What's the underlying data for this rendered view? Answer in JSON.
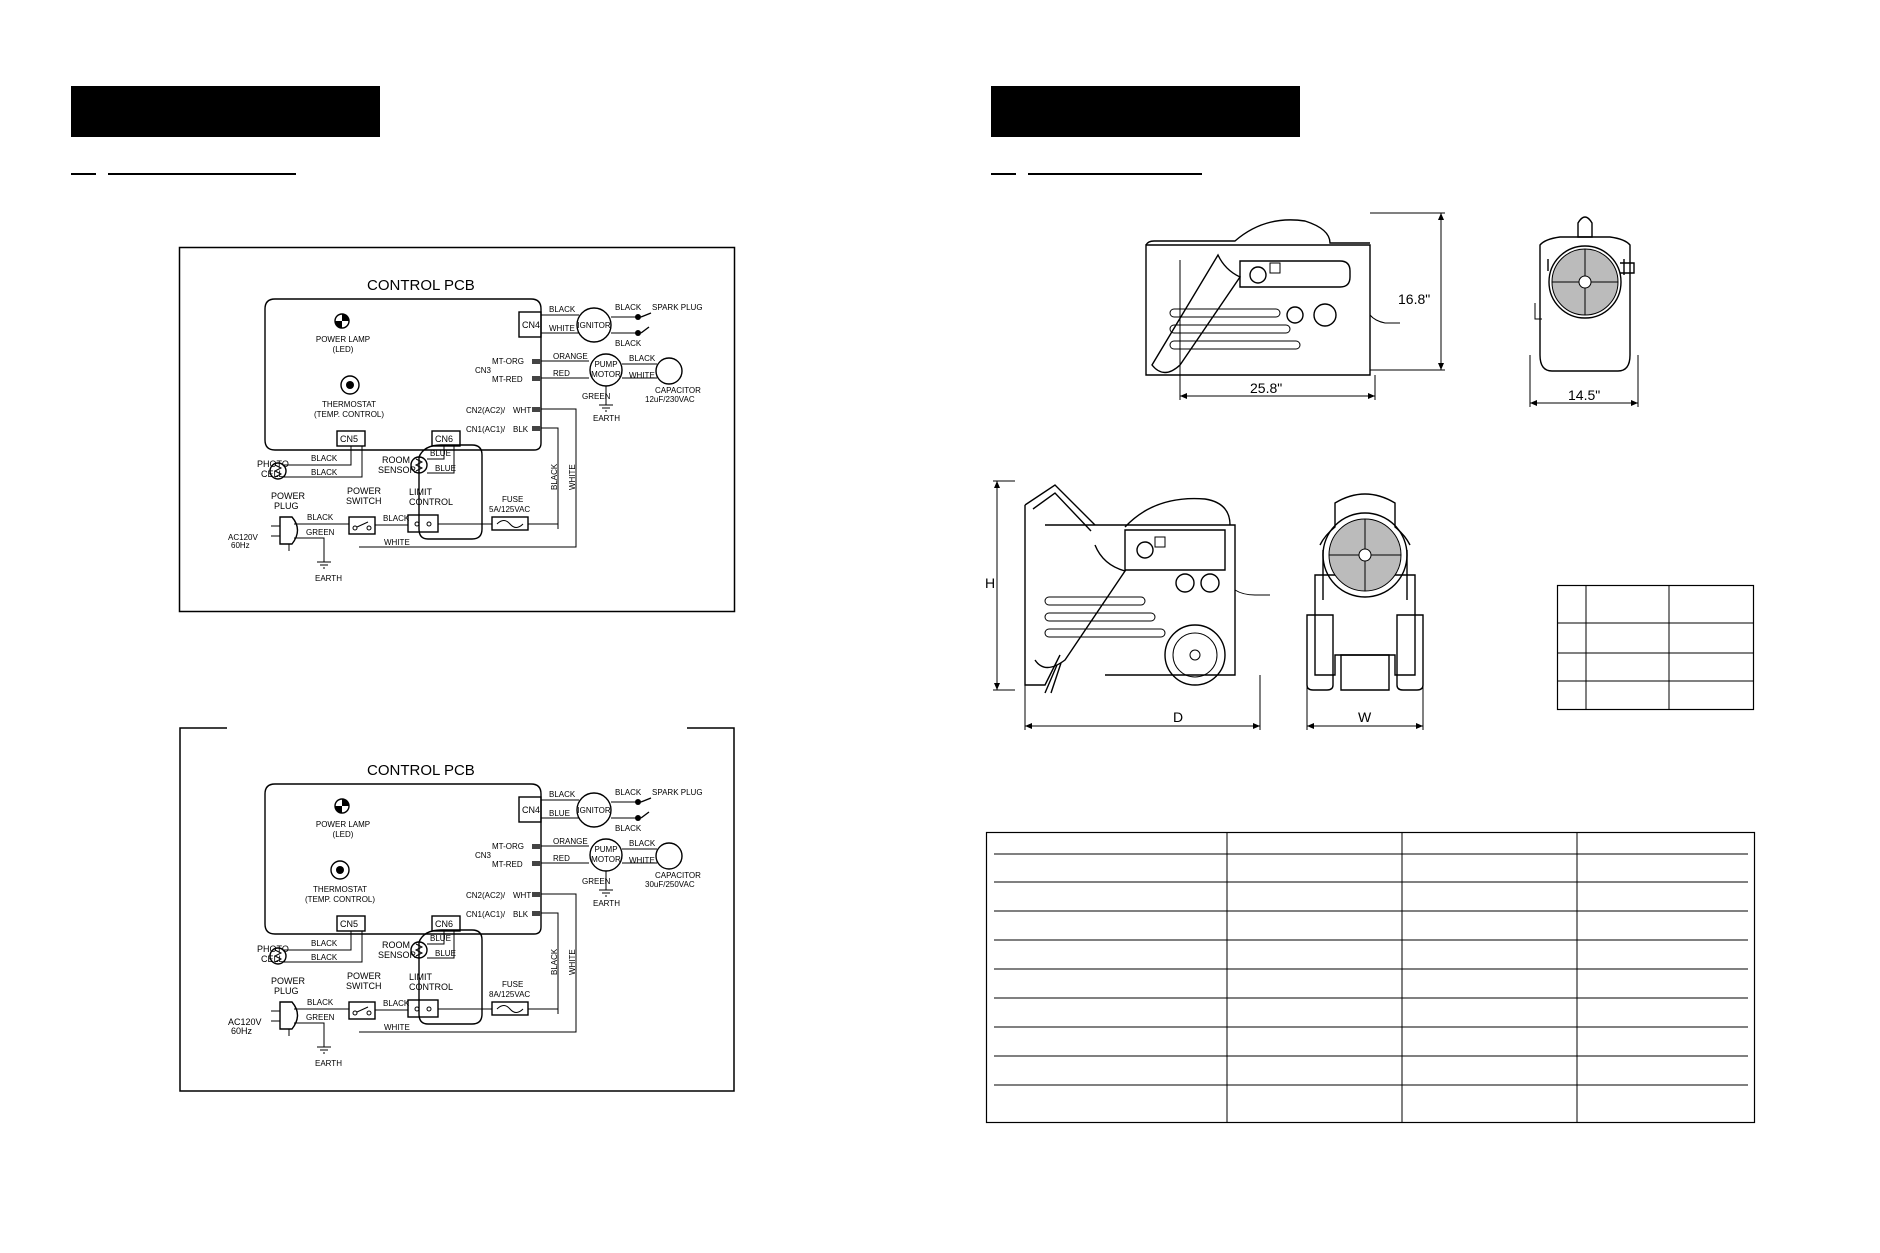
{
  "wiring_1": {
    "title": "CONTROL PCB",
    "power_lamp": [
      "POWER LAMP",
      "(LED)"
    ],
    "thermostat": [
      "THERMOSTAT",
      "(TEMP. CONTROL)"
    ],
    "cn4": "CN4",
    "cn5": "CN5",
    "cn6": "CN6",
    "cn3": "CN3",
    "ign_black_in": "BLACK",
    "ign_white_in": "WHITE",
    "ignitor": "IGNITOR",
    "ign_black_out1": "BLACK",
    "spark_plug": "SPARK PLUG",
    "ign_black_out2": "BLACK",
    "mt_org": "MT-ORG",
    "mt_red": "MT-RED",
    "orange": "ORANGE",
    "red": "RED",
    "pump_motor": [
      "PUMP",
      "MOTOR"
    ],
    "cap_black": "BLACK",
    "cap_white": "WHITE",
    "capacitor": [
      "CAPACITOR",
      "12uF/230VAC"
    ],
    "green_pump": "GREEN",
    "earth_pump": "EARTH",
    "cn2": "CN2(AC2)/",
    "wht": "WHT",
    "cn1": "CN1(AC1)/",
    "blk": "BLK",
    "photo_cell": [
      "PHOTO",
      "CELL"
    ],
    "photo_black1": "BLACK",
    "photo_black2": "BLACK",
    "room_sensor": [
      "ROOM",
      "SENSOR"
    ],
    "blue1": "BLUE",
    "blue2": "BLUE",
    "vert_black": "BLACK",
    "vert_white": "WHITE",
    "power_plug": [
      "POWER",
      "PLUG"
    ],
    "ac": [
      "AC120V",
      "60Hz"
    ],
    "power_switch": [
      "POWER",
      "SWITCH"
    ],
    "limit_control": [
      "LIMIT",
      "CONTROL"
    ],
    "fuse": [
      "FUSE",
      "5A/125VAC"
    ],
    "plug_black": "BLACK",
    "plug_green": "GREEN",
    "sw_black": "BLACK",
    "white_bottom": "WHITE",
    "earth_bottom": "EARTH"
  },
  "wiring_2": {
    "title": "CONTROL PCB",
    "power_lamp": [
      "POWER LAMP",
      "(LED)"
    ],
    "thermostat": [
      "THERMOSTAT",
      "(TEMP. CONTROL)"
    ],
    "cn4": "CN4",
    "cn5": "CN5",
    "cn6": "CN6",
    "cn3": "CN3",
    "ign_black_in": "BLACK",
    "ign_white_in": "BLUE",
    "ignitor": "IGNITOR",
    "ign_black_out1": "BLACK",
    "spark_plug": "SPARK PLUG",
    "ign_black_out2": "BLACK",
    "mt_org": "MT-ORG",
    "mt_red": "MT-RED",
    "orange": "ORANGE",
    "red": "RED",
    "pump_motor": [
      "PUMP",
      "MOTOR"
    ],
    "cap_black": "BLACK",
    "cap_white": "WHITE",
    "capacitor": [
      "CAPACITOR",
      "30uF/250VAC"
    ],
    "green_pump": "GREEN",
    "earth_pump": "EARTH",
    "cn2": "CN2(AC2)/",
    "wht": "WHT",
    "cn1": "CN1(AC1)/",
    "blk": "BLK",
    "photo_cell": [
      "PHOTO",
      "CELL"
    ],
    "photo_black1": "BLACK",
    "photo_black2": "BLACK",
    "room_sensor": [
      "ROOM",
      "SENSOR"
    ],
    "blue1": "BLUE",
    "blue2": "BLUE",
    "vert_black": "BLACK",
    "vert_white": "WHITE",
    "power_plug": [
      "POWER",
      "PLUG"
    ],
    "ac": [
      "AC120V",
      "60Hz"
    ],
    "power_switch": [
      "POWER",
      "SWITCH"
    ],
    "limit_control": [
      "LIMIT",
      "CONTROL"
    ],
    "fuse": [
      "FUSE",
      "8A/125VAC"
    ],
    "plug_black": "BLACK",
    "plug_green": "GREEN",
    "sw_black": "BLACK",
    "white_bottom": "WHITE",
    "earth_bottom": "EARTH"
  },
  "dimensions_top": {
    "height": "16.8\"",
    "length": "25.8\"",
    "width": "14.5\""
  },
  "dimensions_bottom": {
    "h": "H",
    "d": "D",
    "w": "W"
  }
}
